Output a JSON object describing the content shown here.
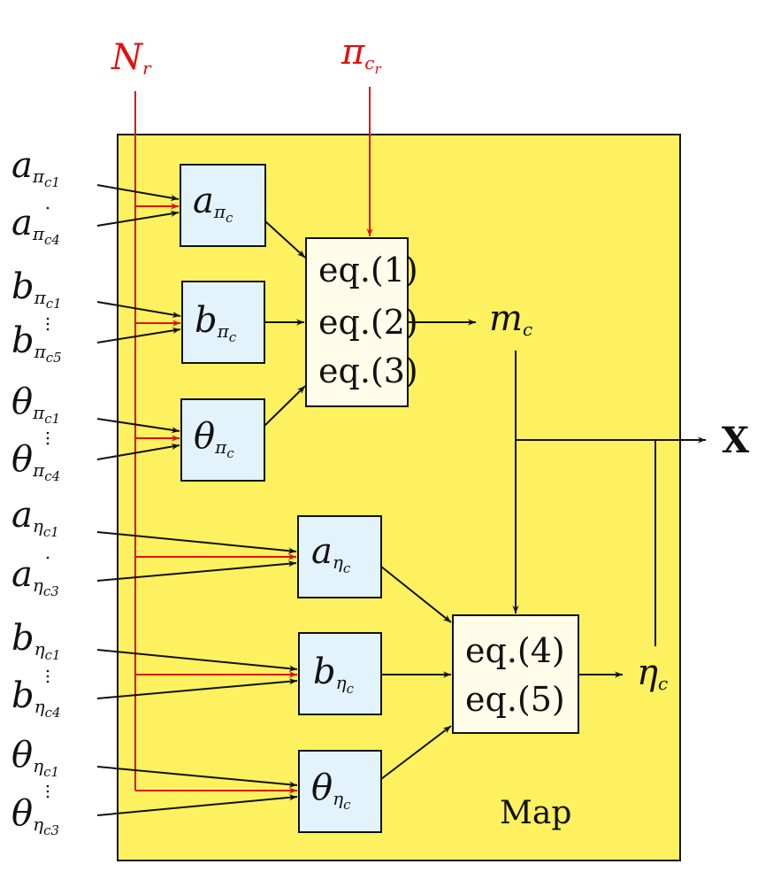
{
  "diagram": {
    "inputs_top": {
      "n_r": {
        "base": "N",
        "sub": "r"
      },
      "pi_cr": {
        "base": "π",
        "sub": "c",
        "subsub": "r"
      }
    },
    "param_boxes": [
      {
        "base": "a",
        "sub": "π",
        "subsub": "c"
      },
      {
        "base": "b",
        "sub": "π",
        "subsub": "c"
      },
      {
        "base": "θ",
        "sub": "π",
        "subsub": "c"
      },
      {
        "base": "a",
        "sub": "η",
        "subsub": "c"
      },
      {
        "base": "b",
        "sub": "η",
        "subsub": "c"
      },
      {
        "base": "θ",
        "sub": "η",
        "subsub": "c"
      }
    ],
    "left_inputs": [
      {
        "first": {
          "base": "a",
          "sub": "π",
          "subsub": "c",
          "idx": "1"
        },
        "last": {
          "base": "a",
          "sub": "π",
          "subsub": "c",
          "idx": "4"
        }
      },
      {
        "first": {
          "base": "b",
          "sub": "π",
          "subsub": "c",
          "idx": "1"
        },
        "last": {
          "base": "b",
          "sub": "π",
          "subsub": "c",
          "idx": "5"
        }
      },
      {
        "first": {
          "base": "θ",
          "sub": "π",
          "subsub": "c",
          "idx": "1"
        },
        "last": {
          "base": "θ",
          "sub": "π",
          "subsub": "c",
          "idx": "4"
        }
      },
      {
        "first": {
          "base": "a",
          "sub": "η",
          "subsub": "c",
          "idx": "1"
        },
        "last": {
          "base": "a",
          "sub": "η",
          "subsub": "c",
          "idx": "3"
        }
      },
      {
        "first": {
          "base": "b",
          "sub": "η",
          "subsub": "c",
          "idx": "1"
        },
        "last": {
          "base": "b",
          "sub": "η",
          "subsub": "c",
          "idx": "4"
        }
      },
      {
        "first": {
          "base": "θ",
          "sub": "η",
          "subsub": "c",
          "idx": "1"
        },
        "last": {
          "base": "θ",
          "sub": "η",
          "subsub": "c",
          "idx": "3"
        }
      }
    ],
    "eq_box_1": [
      "eq.(1)",
      "eq.(2)",
      "eq.(3)"
    ],
    "eq_box_2": [
      "eq.(4)",
      "eq.(5)"
    ],
    "m_c": {
      "base": "m",
      "sub": "c"
    },
    "eta_c": {
      "base": "η",
      "sub": "c"
    },
    "output": "X",
    "map_label": "Map",
    "colors": {
      "panel": "#fdf15f",
      "param_box": "#e3f3fb",
      "eq_box": "#fffdea",
      "red": "#e0110f"
    }
  }
}
